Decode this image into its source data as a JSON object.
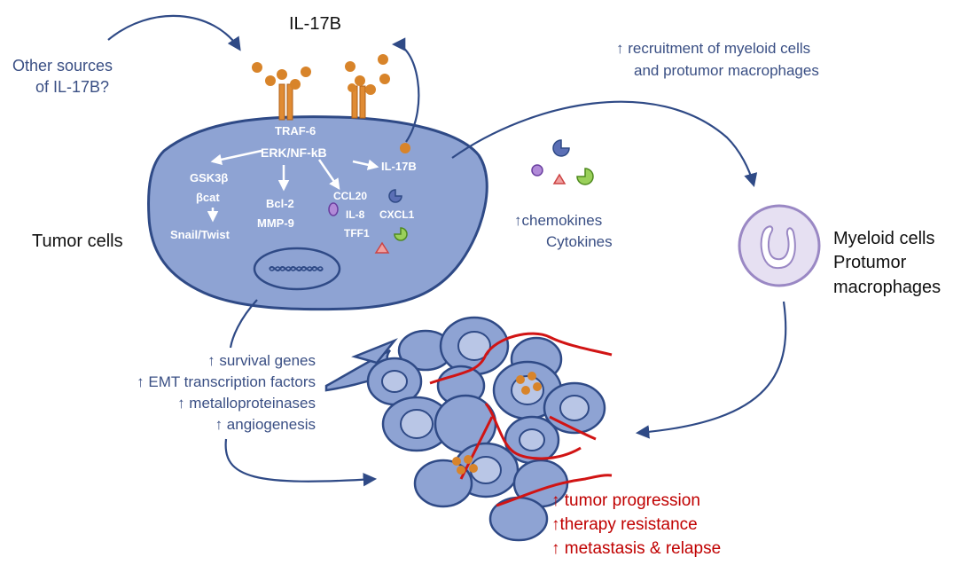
{
  "colors": {
    "cell_fill": "#8ea3d3",
    "cell_stroke": "#2f4a86",
    "ligand": "#d8842a",
    "receptor": "#e08b33",
    "arrow_blue": "#2f4a86",
    "text_blue": "#3a4f84",
    "text_red": "#c00000",
    "vessel_red": "#d11414",
    "pink_triangle": "#f0a0a0",
    "green_cytokine": "#9ad05a",
    "purple_cytokine": "#b18ad8",
    "myeloid_fill": "#e6e0f2"
  },
  "labels": {
    "il17b_top": "IL-17B",
    "other_sources_line1": "Other sources",
    "other_sources_line2": "of IL-17B?",
    "recruitment_line1": "↑ recruitment of myeloid cells",
    "recruitment_line2": "and protumor macrophages",
    "chemokines": "↑chemokines",
    "cytokines": "Cytokines",
    "tumor_cells": "Tumor cells",
    "myeloid_line1": "Myeloid cells",
    "myeloid_line2": "Protumor",
    "myeloid_line3": "macrophages"
  },
  "cell_labels": {
    "traf6": "TRAF-6",
    "erk_nfkb": "ERK/NF-kB",
    "il17b_inner": "IL-17B",
    "gsk3b": "GSK3β",
    "bcat": "βcat",
    "snail_twist": "Snail/Twist",
    "bcl2": "Bcl-2",
    "mmp9": "MMP-9",
    "ccl20": "CCL20",
    "il8": "IL-8",
    "cxcl1": "CXCL1",
    "tff1": "TFF1"
  },
  "effects_list": [
    "↑ survival genes",
    "↑ EMT transcription factors",
    "↑ metalloproteinases",
    "↑ angiogenesis"
  ],
  "outcomes_list": [
    "↑ tumor progression",
    "↑therapy resistance",
    "↑ metastasis & relapse"
  ]
}
